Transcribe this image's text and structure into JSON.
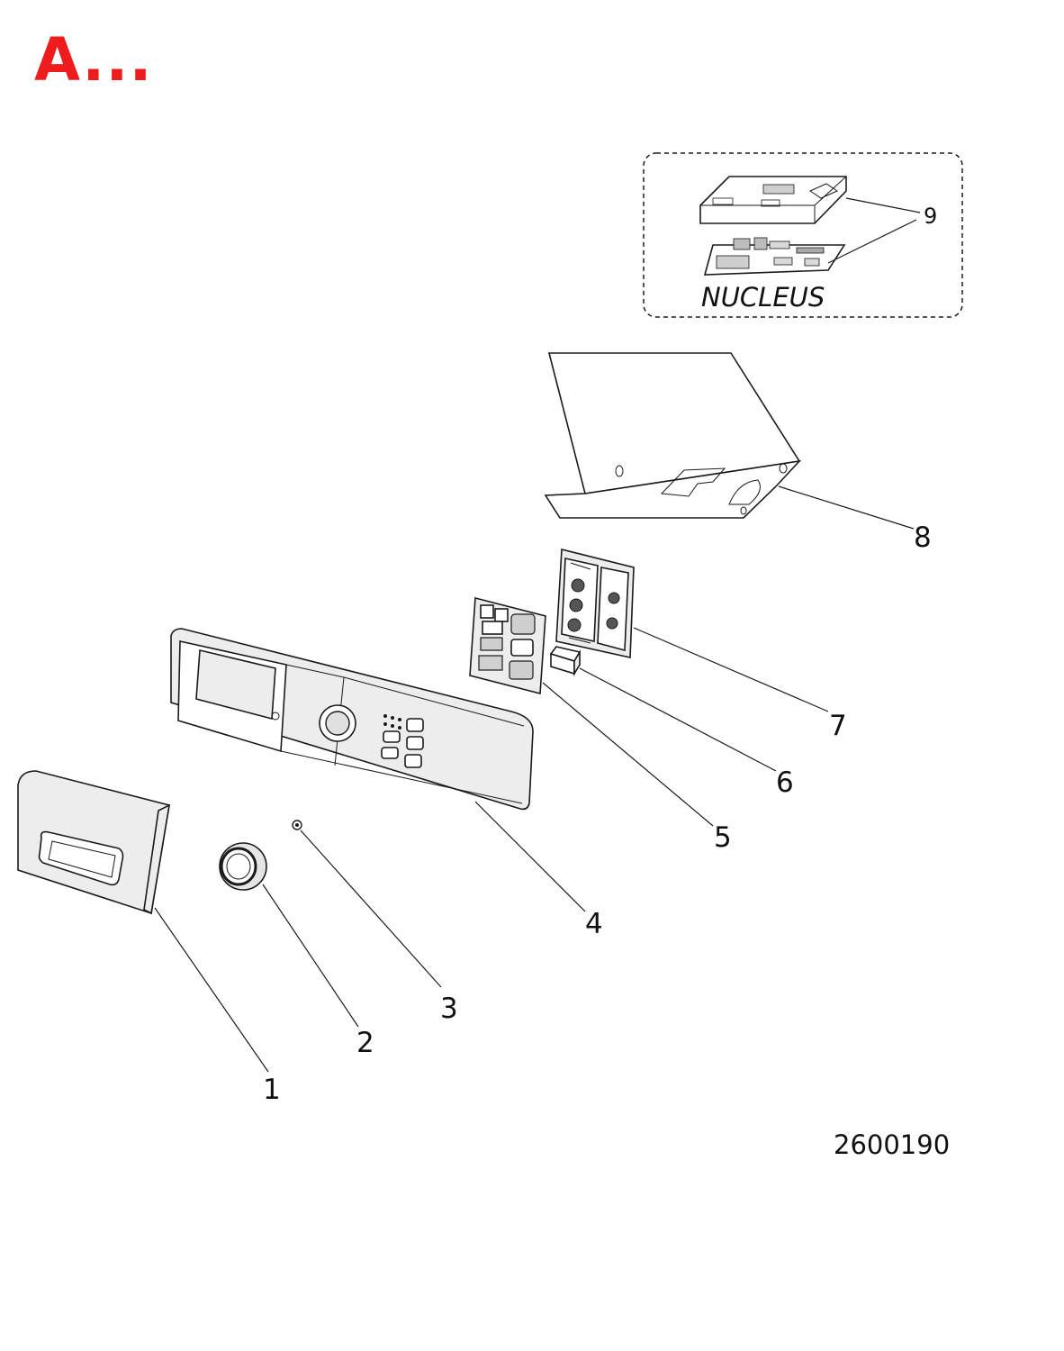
{
  "header": {
    "title": "A...",
    "title_color": "#ee1c1c"
  },
  "inset": {
    "label": "NUCLEUS",
    "callout": "9"
  },
  "callouts": [
    {
      "id": "1",
      "label": "1"
    },
    {
      "id": "2",
      "label": "2"
    },
    {
      "id": "3",
      "label": "3"
    },
    {
      "id": "4",
      "label": "4"
    },
    {
      "id": "5",
      "label": "5"
    },
    {
      "id": "6",
      "label": "6"
    },
    {
      "id": "7",
      "label": "7"
    },
    {
      "id": "8",
      "label": "8"
    }
  ],
  "drawing_number": "2600190"
}
